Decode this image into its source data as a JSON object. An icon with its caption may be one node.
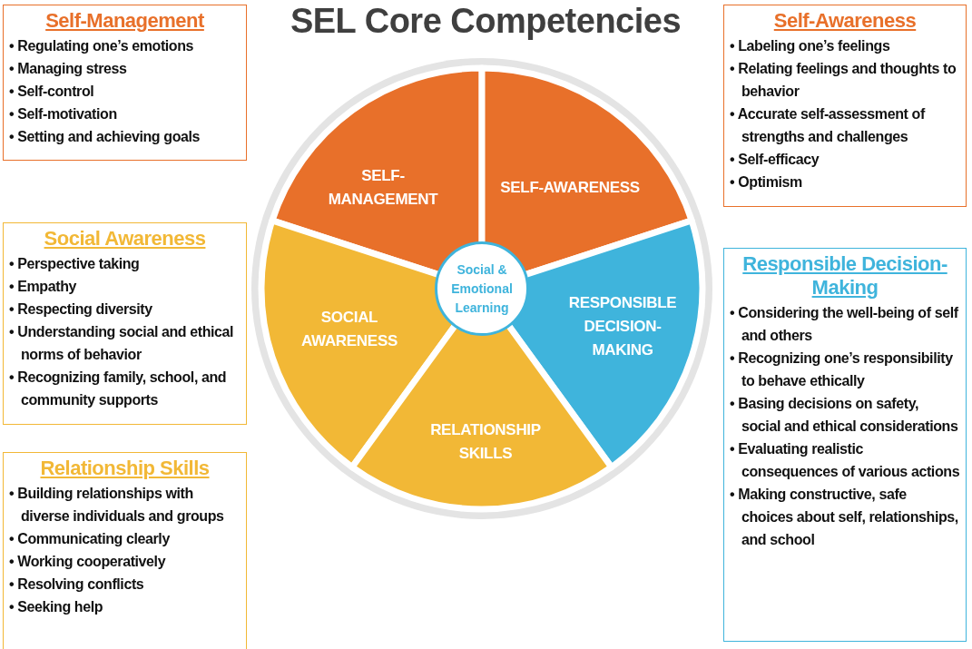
{
  "diagram": {
    "title": "SEL Core Competencies",
    "nodes": [
      {
        "text": [
          "Self-Management",
          "• Regulating one’s emotions",
          "• Managing stress",
          "• Self-control",
          "• Self-motivation",
          "• Setting and achieving goals"
        ]
      },
      {
        "text": [
          "Self-Awareness",
          "• Labeling one’s feelings",
          "• Relating feelings and thoughts to behavior",
          "• Accurate self-assessment of strengths and challenges",
          "• Self-efficacy",
          "• Optimism"
        ]
      },
      {
        "text": [
          "SELF-MANAGEMENT"
        ]
      },
      {
        "text": [
          "SELF-AWARENESS"
        ]
      },
      {
        "text": [
          "Social Awareness",
          "• Perspective taking",
          "• Empathy",
          "• Respecting diversity",
          "• Understanding social and ethical norms of behavior",
          "• Recognizing family, school, and community supports"
        ]
      },
      {
        "text": [
          "Social & Emotional Learning"
        ]
      },
      {
        "text": [
          "SOCIAL AWARENESS"
        ]
      },
      {
        "text": [
          "RESPONSIBLE DECISION-MAKING"
        ]
      },
      {
        "text": [
          "Responsible Decision-Making",
          "• Considering the well-being of self and others",
          "• Recognizing one’s responsibility to behave ethically",
          "• Basing decisions on safety, social and ethical considerations",
          "• Evaluating realistic consequences of various actions",
          "• Making constructive, safe choices about self, relationships, and school"
        ]
      },
      {
        "text": [
          "RELATIONSHIP SKILLS"
        ]
      },
      {
        "text": [
          "Relationship Skills",
          "• Building relationships with diverse individuals and groups",
          "• Communicating clearly",
          "• Working cooperatively",
          "• Resolving conflicts",
          "• Seeking help"
        ]
      }
    ],
    "edges": []
  }
}
